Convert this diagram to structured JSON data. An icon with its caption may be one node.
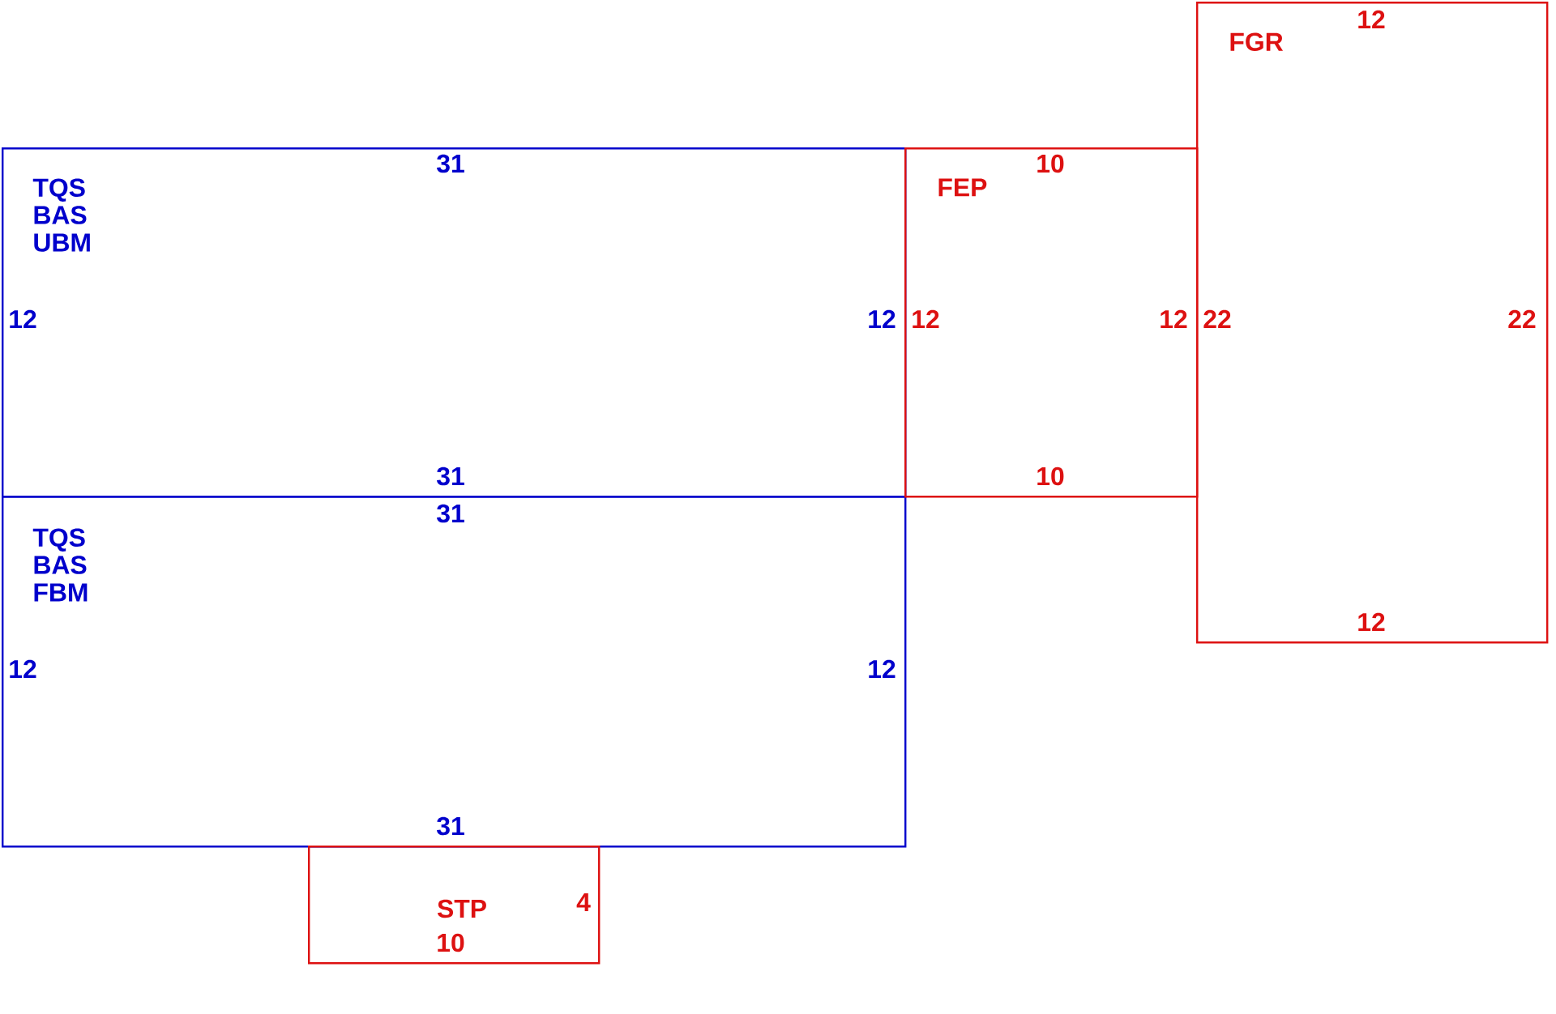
{
  "diagram": {
    "nodes": [
      {
        "text": [
          "TQS BAS UBM",
          "31",
          "12",
          "12",
          "31"
        ]
      },
      {
        "text": [
          "TQS BAS FBM",
          "31",
          "12",
          "12",
          "31"
        ]
      },
      {
        "text": [
          "FEP",
          "10",
          "12",
          "12",
          "10"
        ]
      },
      {
        "text": [
          "FGR",
          "12",
          "22",
          "22",
          "12"
        ]
      },
      {
        "text": [
          "STP",
          "4",
          "10"
        ]
      }
    ]
  }
}
